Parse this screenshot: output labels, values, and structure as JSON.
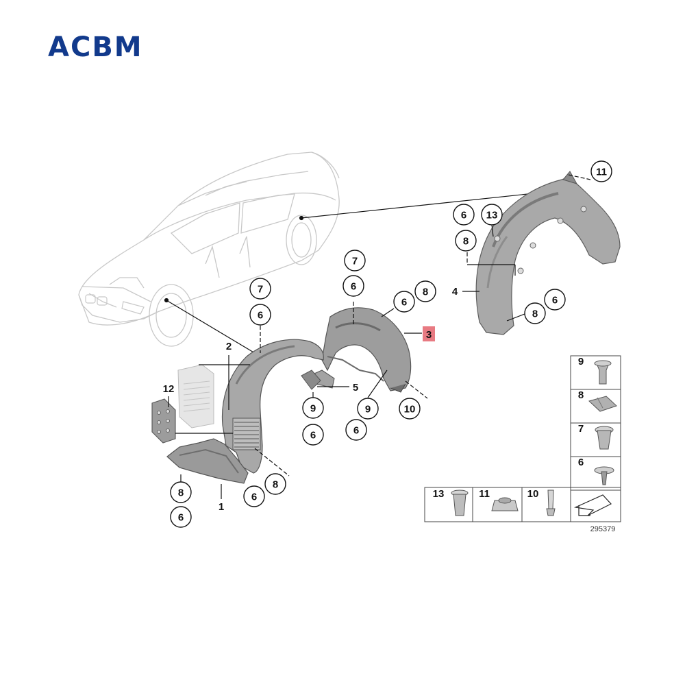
{
  "brand": {
    "logo_text": "ACBM"
  },
  "diagram": {
    "callouts": [
      {
        "id": "c11",
        "label": "11"
      },
      {
        "id": "c6a",
        "label": "6"
      },
      {
        "id": "c13a",
        "label": "13"
      },
      {
        "id": "c8a",
        "label": "8"
      },
      {
        "id": "c7b",
        "label": "7"
      },
      {
        "id": "c6b",
        "label": "6"
      },
      {
        "id": "c6c",
        "label": "6"
      },
      {
        "id": "c8c",
        "label": "8"
      },
      {
        "id": "c8d",
        "label": "8"
      },
      {
        "id": "c6d",
        "label": "6"
      },
      {
        "id": "c7e",
        "label": "7"
      },
      {
        "id": "c6e",
        "label": "6"
      },
      {
        "id": "c9a",
        "label": "9"
      },
      {
        "id": "c6f",
        "label": "6"
      },
      {
        "id": "c9b",
        "label": "9"
      },
      {
        "id": "c6g",
        "label": "6"
      },
      {
        "id": "c10",
        "label": "10"
      },
      {
        "id": "c8e",
        "label": "8"
      },
      {
        "id": "c6h",
        "label": "6"
      },
      {
        "id": "c6i",
        "label": "6"
      },
      {
        "id": "c8f",
        "label": "8"
      }
    ],
    "plain_labels": [
      {
        "id": "p1",
        "label": "1"
      },
      {
        "id": "p2",
        "label": "2"
      },
      {
        "id": "p4",
        "label": "4"
      },
      {
        "id": "p5",
        "label": "5"
      },
      {
        "id": "p12",
        "label": "12"
      }
    ],
    "highlight_label": {
      "label": "3",
      "color": "#e87a82"
    },
    "legend": [
      {
        "id": "l9",
        "label": "9"
      },
      {
        "id": "l8",
        "label": "8"
      },
      {
        "id": "l7",
        "label": "7"
      },
      {
        "id": "l6",
        "label": "6"
      },
      {
        "id": "l13",
        "label": "13"
      },
      {
        "id": "l11",
        "label": "11"
      },
      {
        "id": "l10",
        "label": "10"
      }
    ],
    "diagram_code": "295379",
    "colors": {
      "part_fill": "#a9a9a9",
      "part_dark": "#6e6e6e",
      "line": "#111111",
      "car_line": "#c8c8c8"
    }
  }
}
